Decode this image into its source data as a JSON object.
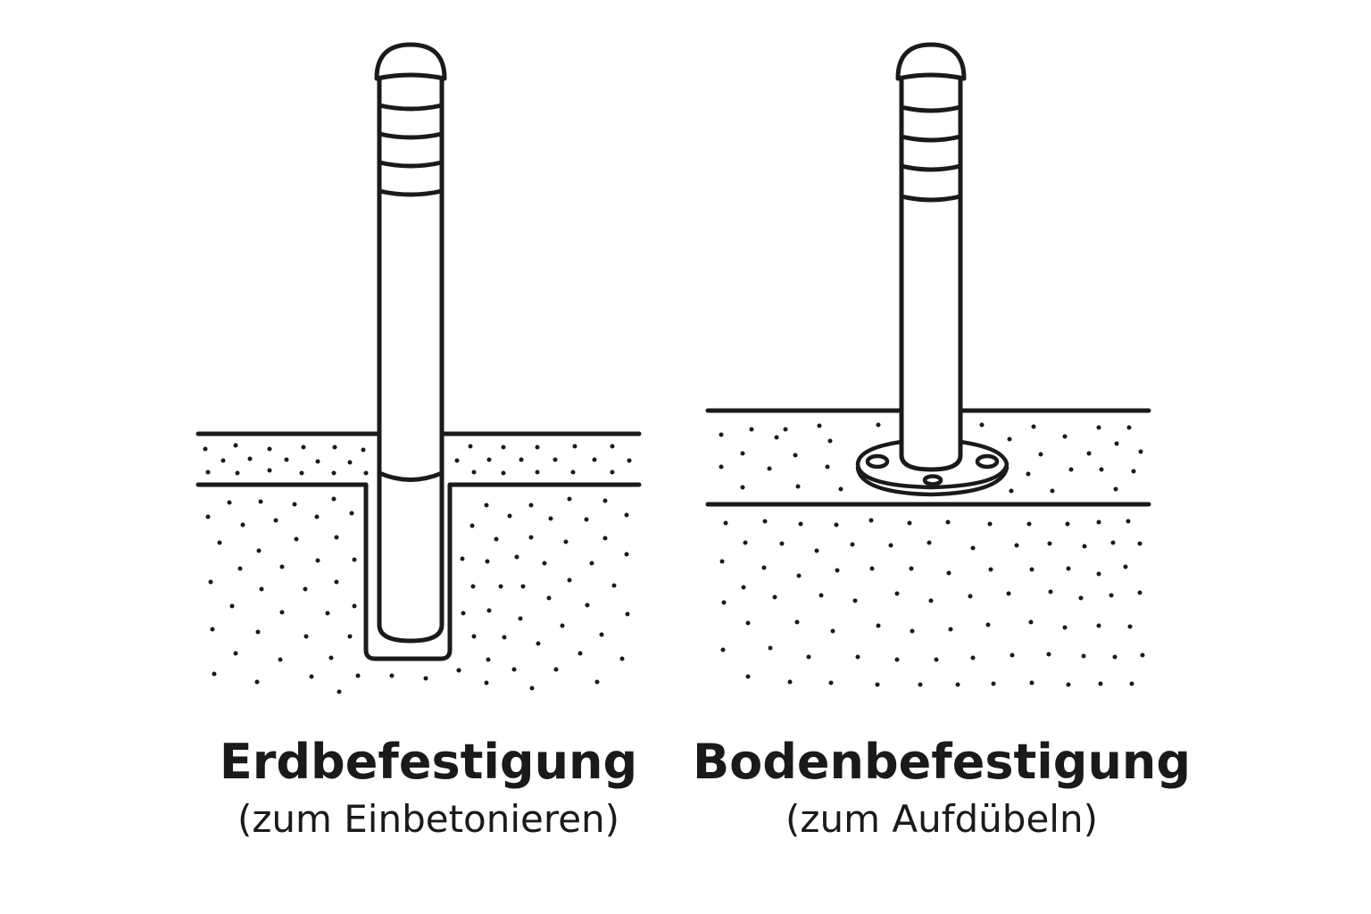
{
  "panels": [
    {
      "id": "erdbefestigung",
      "title": "Erdbefestigung",
      "subtitle": "(zum Einbetonieren)",
      "mounting_type": "embedded-in-concrete",
      "stripes": 4
    },
    {
      "id": "bodenbefestigung",
      "title": "Bodenbefestigung",
      "subtitle": "(zum Aufdübeln)",
      "mounting_type": "base-plate-dowelled",
      "stripes": 4,
      "base_plate_holes": 3
    }
  ],
  "colors": {
    "line": "#1a1a1a",
    "background": "#ffffff"
  }
}
